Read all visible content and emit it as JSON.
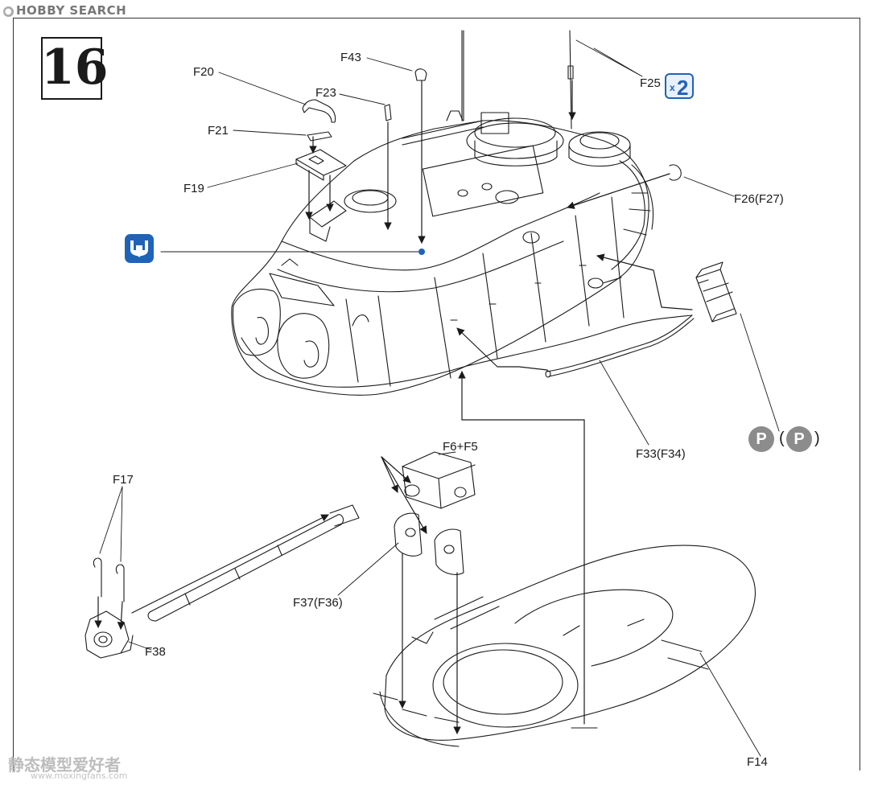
{
  "watermark": {
    "top": "HOBBY SEARCH",
    "bottom_site": "静态模型爱好者",
    "bottom_url": "www.moxingfans.com"
  },
  "step": {
    "number": "16"
  },
  "multiplier": {
    "x": "x",
    "count": "2"
  },
  "paint_code": "P",
  "labels": {
    "F43": "F43",
    "F20": "F20",
    "F23": "F23",
    "F21": "F21",
    "F19": "F19",
    "F25": "F25",
    "F26": "F26(F27)",
    "F33": "F33(F34)",
    "F6F5": "F6+F5",
    "F17": "F17",
    "F37": "F37(F36)",
    "F38": "F38",
    "F14": "F14"
  },
  "colors": {
    "line": "#1a1a1a",
    "accent_blue": "#1f63b8",
    "paint_grey": "#8c8c8c"
  }
}
